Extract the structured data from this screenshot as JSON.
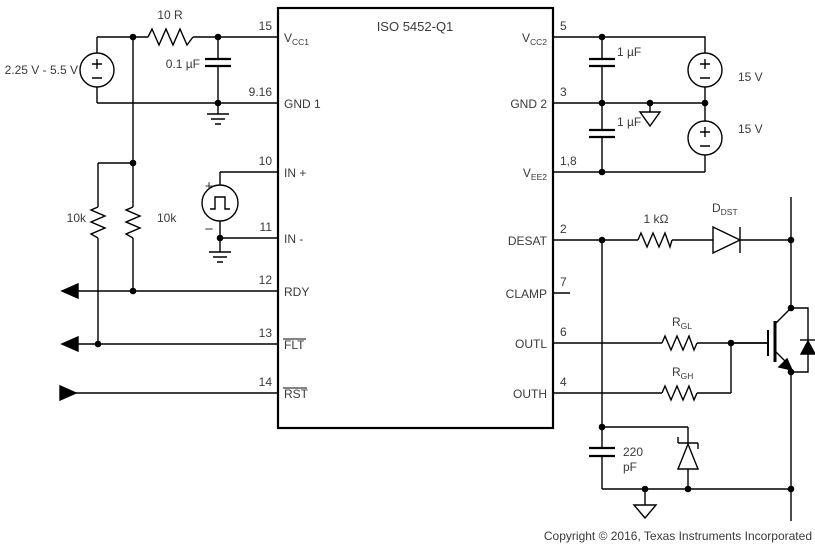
{
  "ic": {
    "title": "ISO 5452-Q1",
    "left_pins": [
      {
        "num": "15",
        "label": "V",
        "sub": "CC1"
      },
      {
        "num": "9.16",
        "label": "GND 1",
        "sub": ""
      },
      {
        "num": "10",
        "label": "IN +",
        "sub": ""
      },
      {
        "num": "11",
        "label": "IN -",
        "sub": ""
      },
      {
        "num": "12",
        "label": "RDY",
        "sub": ""
      },
      {
        "num": "13",
        "label": "FLT",
        "sub": ""
      },
      {
        "num": "14",
        "label": "RST",
        "sub": ""
      }
    ],
    "right_pins": [
      {
        "num": "5",
        "label": "V",
        "sub": "CC2"
      },
      {
        "num": "3",
        "label": "GND 2",
        "sub": ""
      },
      {
        "num": "1,8",
        "label": "V",
        "sub": "EE2"
      },
      {
        "num": "2",
        "label": "DESAT",
        "sub": ""
      },
      {
        "num": "7",
        "label": "CLAMP",
        "sub": ""
      },
      {
        "num": "6",
        "label": "OUTL",
        "sub": ""
      },
      {
        "num": "4",
        "label": "OUTH",
        "sub": ""
      }
    ]
  },
  "labels": {
    "supply_input": "2.25 V - 5.5 V",
    "r_series": "10 R",
    "c_bypass_input": "0.1 µF",
    "r_pullup_left": "10k",
    "r_pullup_right": "10k",
    "c_vcc2": "1 µF",
    "c_vee2": "1 µF",
    "v_supply_pos": "15  V",
    "v_supply_neg": "15  V",
    "r_desat": "1 kΩ",
    "d_desat": {
      "main": "D",
      "sub": "DST"
    },
    "r_gl": {
      "main": "R",
      "sub": "GL"
    },
    "r_gh": {
      "main": "R",
      "sub": "GH"
    },
    "c_desat": {
      "line1": "220",
      "line2": "pF"
    },
    "pulse_plus": "+",
    "pulse_minus": "−"
  },
  "footer": {
    "copyright": "Copyright © 2016, Texas Instruments Incorporated"
  },
  "colors": {
    "background": "#ffffff",
    "line": "#000000",
    "text": "#3a3a3a"
  }
}
